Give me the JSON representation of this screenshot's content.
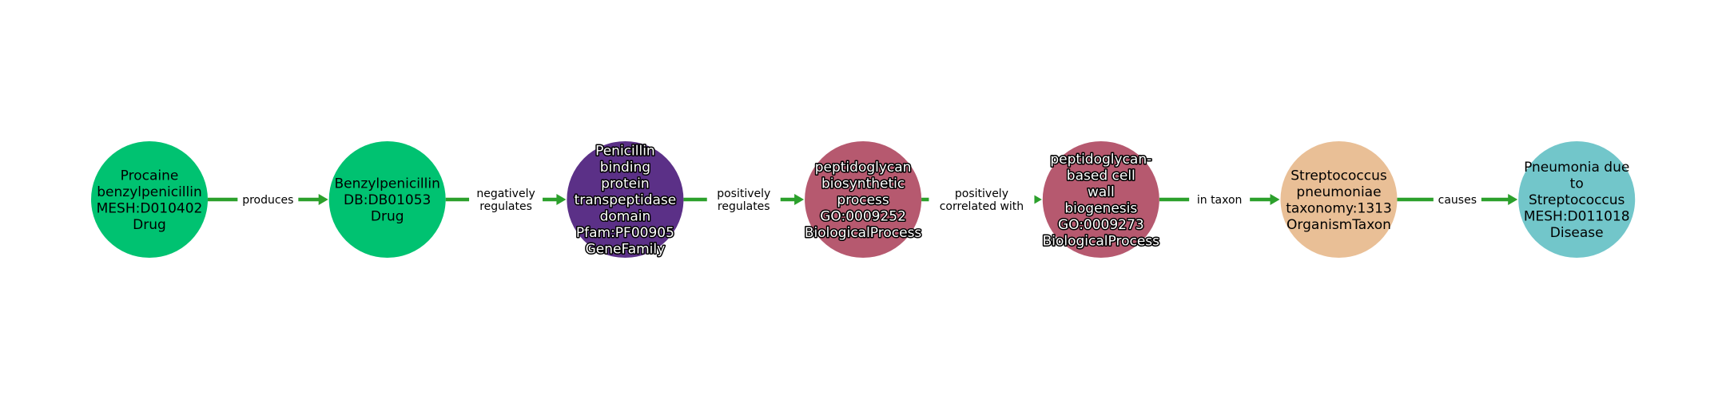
{
  "graph": {
    "edge_color": "#2ca02c",
    "nodes": [
      {
        "lines": [
          "Procaine",
          "benzylpenicillin",
          "MESH:D010402",
          "Drug"
        ],
        "color": "#00c271",
        "outlined": false
      },
      {
        "lines": [
          "Benzylpenicillin",
          "DB:DB01053",
          "Drug"
        ],
        "color": "#00c271",
        "outlined": false
      },
      {
        "lines": [
          "Penicillin",
          "binding",
          "protein",
          "transpeptidase",
          "domain",
          "Pfam:PF00905",
          "GeneFamily"
        ],
        "color": "#5b3087",
        "outlined": true
      },
      {
        "lines": [
          "peptidoglycan",
          "biosynthetic",
          "process",
          "GO:0009252",
          "BiologicalProcess"
        ],
        "color": "#b6596f",
        "outlined": true
      },
      {
        "lines": [
          "peptidoglycan-",
          "based cell",
          "wall",
          "biogenesis",
          "GO:0009273",
          "BiologicalProcess"
        ],
        "color": "#b6596f",
        "outlined": true
      },
      {
        "lines": [
          "Streptococcus",
          "pneumoniae",
          "taxonomy:1313",
          "OrganismTaxon"
        ],
        "color": "#e9bf96",
        "outlined": false
      },
      {
        "lines": [
          "Pneumonia due",
          "to",
          "Streptococcus",
          "MESH:D011018",
          "Disease"
        ],
        "color": "#72c6ca",
        "outlined": false
      }
    ],
    "edges": [
      {
        "lines": [
          "produces"
        ]
      },
      {
        "lines": [
          "negatively",
          "regulates"
        ]
      },
      {
        "lines": [
          "positively",
          "regulates"
        ]
      },
      {
        "lines": [
          "positively",
          "correlated with"
        ]
      },
      {
        "lines": [
          "in taxon"
        ]
      },
      {
        "lines": [
          "causes"
        ]
      }
    ]
  }
}
